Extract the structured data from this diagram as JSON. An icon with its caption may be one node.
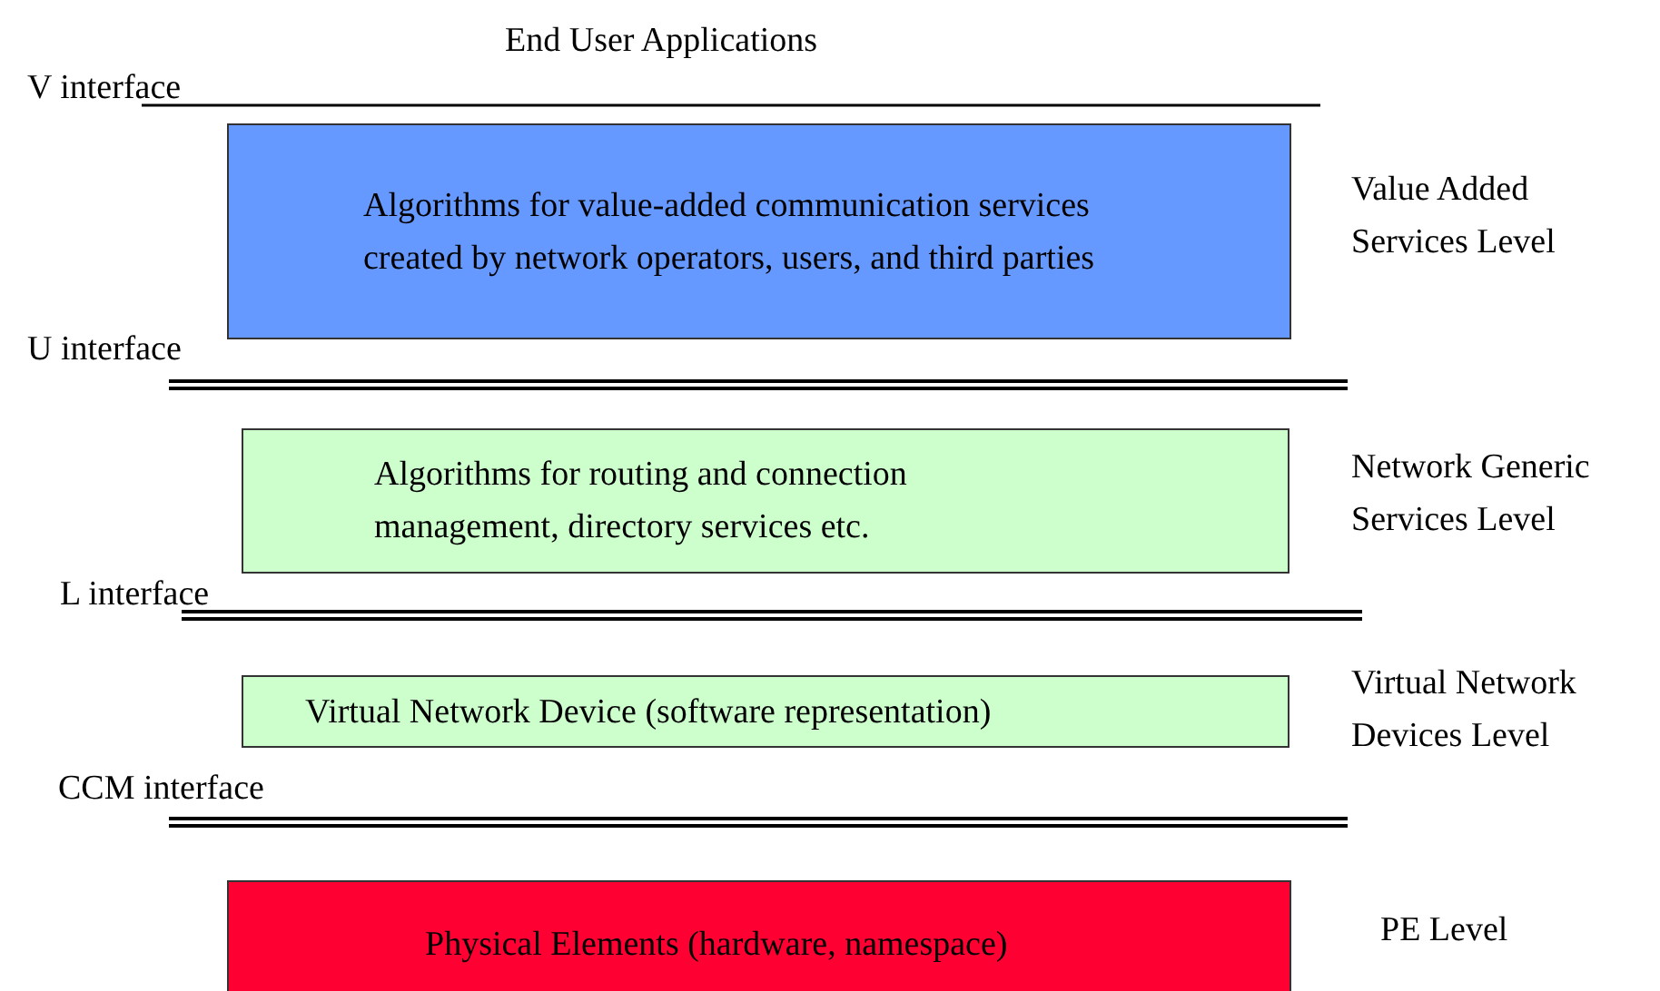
{
  "diagram": {
    "nodes": [
      {
        "text": [
          "Algorithms for value-added communication services created by network operators, users, and third parties"
        ],
        "beside": [
          "Value Added Services Level"
        ]
      },
      {
        "text": [
          "Algorithms for routing and connection management, directory services etc."
        ],
        "beside": [
          "Network Generic Services Level"
        ]
      },
      {
        "text": [
          "Virtual Network Device (software representation)"
        ],
        "beside": [
          "Virtual Network Devices Level"
        ]
      },
      {
        "text": [
          "Physical Elements (hardware, namespace)"
        ],
        "beside": [
          "PE Level"
        ]
      }
    ],
    "labels": [
      "End User Applications",
      "V interface",
      "U interface",
      "L interface",
      "CCM interface"
    ]
  }
}
